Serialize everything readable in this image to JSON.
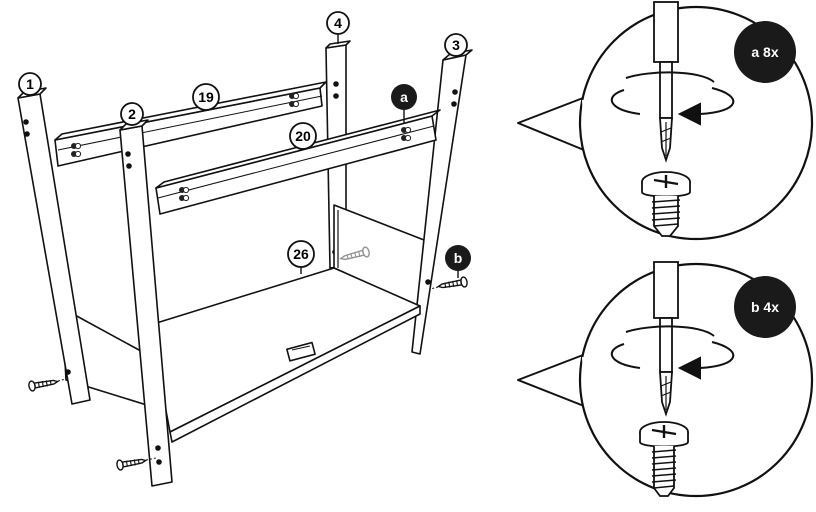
{
  "parts": {
    "p1": "1",
    "p2": "2",
    "p3": "3",
    "p4": "4",
    "p19": "19",
    "p20": "20",
    "p26": "26"
  },
  "steps": {
    "a": "a",
    "b": "b"
  },
  "details": {
    "a": {
      "label": "a 8x"
    },
    "b": {
      "label": "b 4x"
    }
  },
  "colors": {
    "line": "#111111",
    "badge_fill": "#1a1a1a",
    "ghost_screw": "#bbbbbb"
  }
}
